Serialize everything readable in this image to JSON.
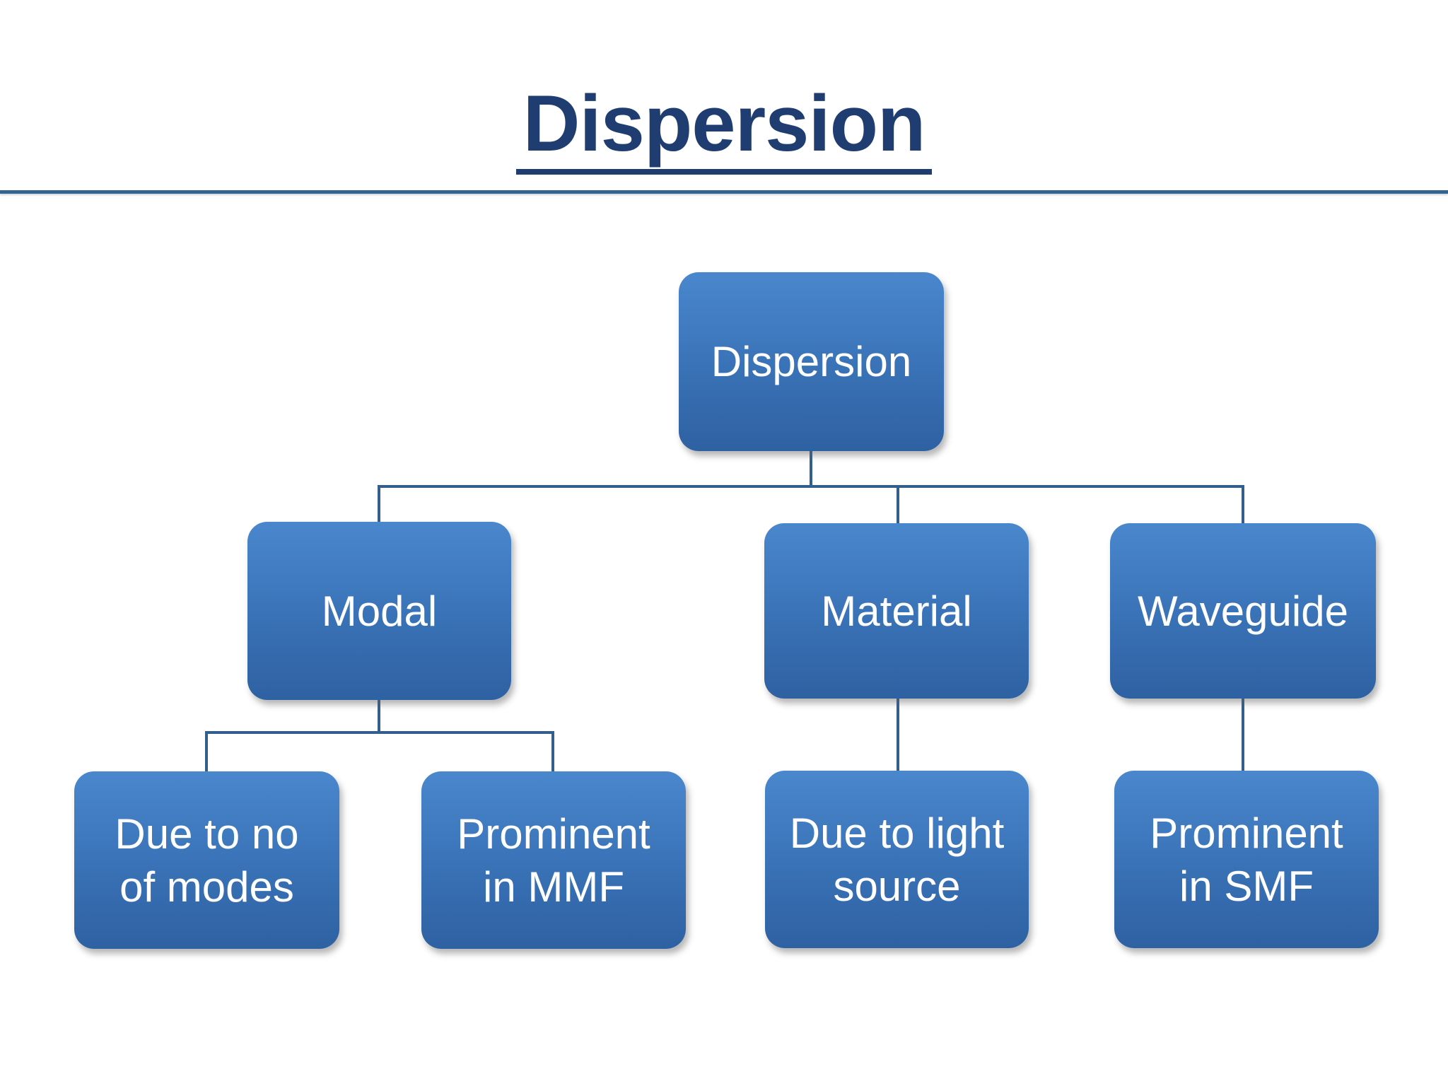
{
  "slide": {
    "title": "Dispersion"
  },
  "colors": {
    "background": "#FFFFFF",
    "title_text": "#1F3D70",
    "title_underline": "#1F3D70",
    "divider_rule": "#34658F",
    "node_gradient_top": "#4A87CD",
    "node_gradient_bottom": "#2E61A2",
    "node_text": "#FFFFFF",
    "connector": "#335F8F"
  },
  "nodes": {
    "root": {
      "label": "Dispersion"
    },
    "modal": {
      "label": "Modal"
    },
    "material": {
      "label": "Material"
    },
    "waveguide": {
      "label": "Waveguide"
    },
    "due_to_no_of_modes": {
      "label": "Due to no\nof modes"
    },
    "prominent_in_mmf": {
      "label": "Prominent\nin MMF"
    },
    "due_to_light_source": {
      "label": "Due to light\nsource"
    },
    "prominent_in_smf": {
      "label": "Prominent\nin SMF"
    }
  },
  "hierarchy": {
    "root": "Dispersion",
    "children": [
      {
        "label": "Modal",
        "children": [
          "Due to no of modes",
          "Prominent in MMF"
        ]
      },
      {
        "label": "Material",
        "children": [
          "Due to light source"
        ]
      },
      {
        "label": "Waveguide",
        "children": [
          "Prominent in SMF"
        ]
      }
    ]
  }
}
